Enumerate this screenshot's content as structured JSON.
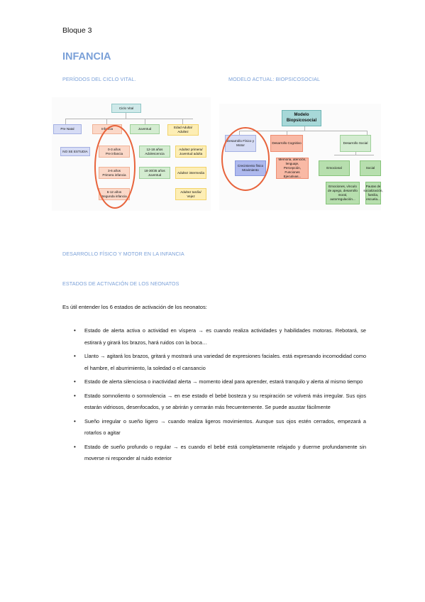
{
  "header": "Bloque 3",
  "title": "INFANCIA",
  "sections": {
    "left_heading": "PERÍODOS DEL CICLO VITAL.",
    "right_heading": "MODELO ACTUAL: BIOPSICOSOCIAL",
    "desarrollo": "DESARROLLO FÍSICO Y MOTOR EN LA INFANCIA",
    "estados": "ESTADOS DE ACTIVACIÓN DE LOS NEONATOS"
  },
  "diagram_left": {
    "root": "Ciclo Vital",
    "col1": "Pre Natal",
    "col1_child": "NO SE ESTUDIA",
    "col2": "Infancia",
    "col2_children": [
      "0-3 años\nPre infancia",
      "3-6 años\nPrimera infancia",
      "6-12 años\nSegunda infancia"
    ],
    "col3": "Juventud",
    "col3_children": [
      "12-18 años\nAdolescencia",
      "18-30/35 años\nJuventud"
    ],
    "col4": "Edad Adulta/ Adultez",
    "col4_children": [
      "Adultez primera/ Juventud adulta",
      "Adultez intermedia",
      "Adultez tardía/ Vejez"
    ]
  },
  "diagram_right": {
    "root": "Modelo Biopsicosocial",
    "col1": "Desarrollo Físico y Motor",
    "col1_child": "Crecimiento físico Movimiento",
    "col2": "Desarrollo Cognitivo",
    "col2_child": "Memoria, atención, lenguaje, Percepción, Funciones Ejecutivas...",
    "col3": "Desarrollo Social",
    "col3_children": [
      "Emocional",
      "Social"
    ],
    "emo_child": "Emociones, vínculo de apego, desarrollo moral, autorregulación...",
    "soc_child": "Pautas de socialización, familia, escuela..."
  },
  "intro": "Es útil entender los 6 estados de activación de los neonatos:",
  "bullets": [
    "Estado de alerta activa o actividad en víspera → es cuando realiza actividades y habilidades motoras. Rebotará, se estirará y girará los brazos, hará ruidos con la boca…",
    "Llanto → agitará los brazos, gritará y mostrará una variedad de expresiones faciales. está expresando incomodidad como el hambre, el aburrimiento, la soledad o el cansancio",
    "Estado de alerta silenciosa o inactividad alerta → momento ideal para aprender, estará tranquilo y alerta al mismo tiempo",
    "Estado somnoliento o somnolencia → en ese estado el bebé bosteza y su respiración se volverá más irregular. Sus ojos estarán vidriosos, desenfocados, y se abrirán y cerrarán más frecuentemente. Se puede asustar fácilmente",
    "Sueño irregular o sueño ligero → cuando realiza ligeros movimientos. Aunque sus ojos estén cerrados, empezará a rotarlos o agitar",
    "Estado de sueño profundo o regular → es cuando el bebé está completamente relajado y duerme profundamente sin moverse ni responder al ruido exterior"
  ],
  "bullet_glyph": "•",
  "colors": {
    "heading": "#7aa0d8",
    "annotation_circle": "#e8643c"
  }
}
